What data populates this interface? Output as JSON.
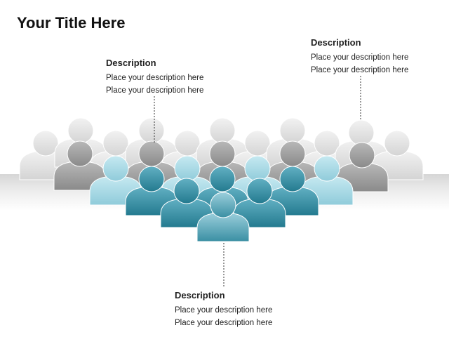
{
  "title": "Your Title Here",
  "descriptions": {
    "left": {
      "heading": "Description",
      "lines": [
        "Place your description here",
        "Place your description here"
      ]
    },
    "right": {
      "heading": "Description",
      "lines": [
        "Place your description here",
        "Place your description here"
      ]
    },
    "bottom": {
      "heading": "Description",
      "lines": [
        "Place your description here",
        "Place your description here"
      ]
    }
  },
  "colors": {
    "light_gray_person": "#e6e6e6",
    "mid_gray_person": "#9c9c9c",
    "light_teal_person": "#a9dae6",
    "teal_person": "#2f8aa0",
    "connector": "#333333"
  },
  "figure_icon": "person-icon"
}
